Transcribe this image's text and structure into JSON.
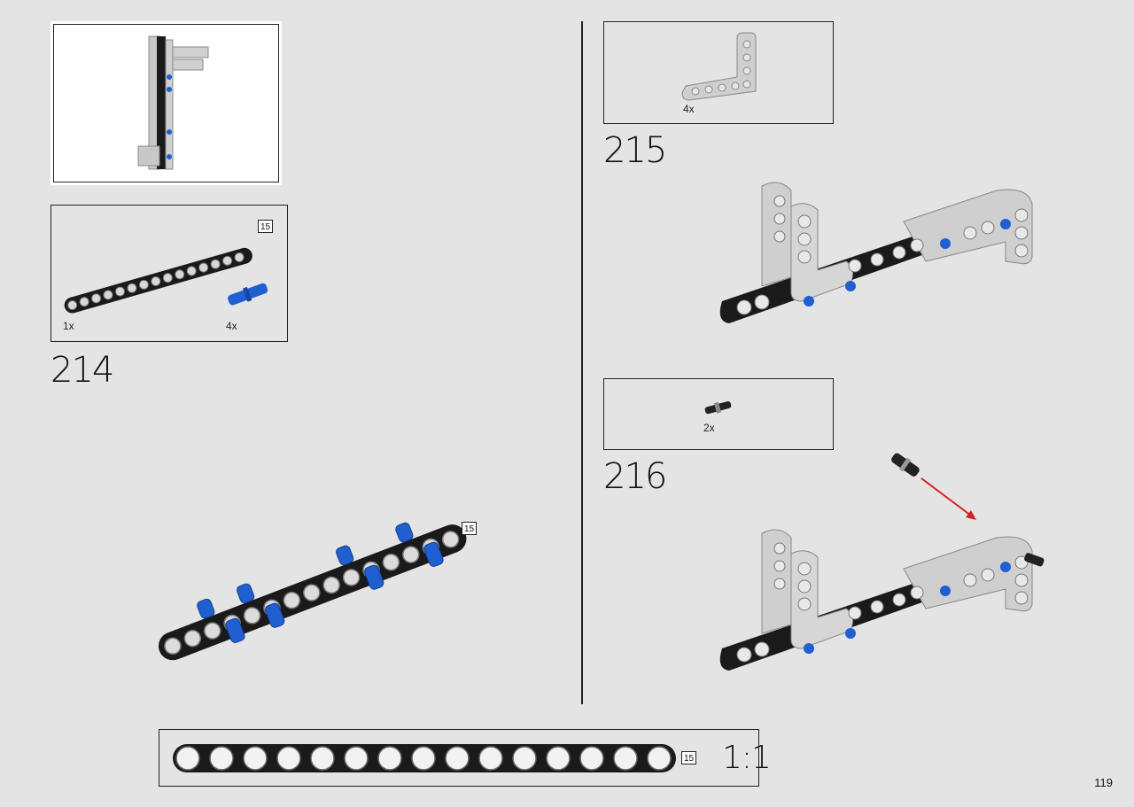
{
  "page": {
    "number": "119"
  },
  "overview": {
    "name": "assembled-subassembly-preview"
  },
  "step214": {
    "number": "214",
    "parts": [
      {
        "name": "black-beam-15",
        "qty": "1x",
        "length_tag": "15"
      },
      {
        "name": "blue-pin",
        "qty": "4x"
      }
    ],
    "result_length_tag": "15"
  },
  "step215": {
    "number": "215",
    "parts": [
      {
        "name": "light-gray-L-beam",
        "qty": "4x"
      }
    ]
  },
  "step216": {
    "number": "216",
    "parts": [
      {
        "name": "black-axle-pin",
        "qty": "2x"
      }
    ]
  },
  "scale": {
    "length_tag": "15",
    "ratio": "1:1"
  },
  "colors": {
    "background": "#e4e4e4",
    "black_beam": "#1a1a1a",
    "gray_beam": "#c8c8c8",
    "blue_pin": "#1f5fd1",
    "arrow": "#d42020"
  }
}
